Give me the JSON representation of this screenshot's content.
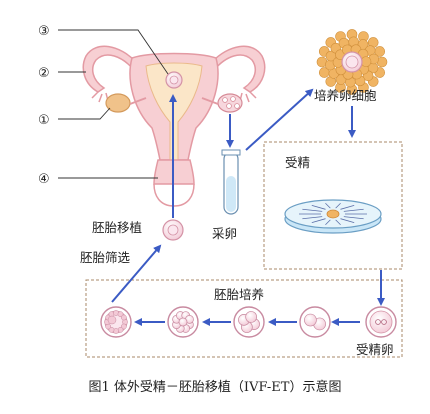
{
  "markers": [
    "③",
    "②",
    "①",
    "④"
  ],
  "labels": {
    "culture_egg_cells": "培养卵细胞",
    "fertilization": "受精",
    "egg_retrieval": "采卵",
    "embryo_transfer": "胚胎移植",
    "embryo_screening": "胚胎筛选",
    "embryo_culture": "胚胎培养",
    "fertilized_egg": "受精卵"
  },
  "caption": "图1 体外受精－胚胎移植（IVF-ET）示意图",
  "colors": {
    "uterus_fill": "#f7cfd3",
    "uterus_stroke": "#e39aa3",
    "uterus_inner": "#fbe6c8",
    "arrow": "#3b5bc4",
    "dash_box": "#a88a68",
    "cell_orange": "#f0b463",
    "dish_blue": "#c9e6f7"
  },
  "icons": [
    "uterus-illustration",
    "egg-cluster-icon",
    "test-tube-icon",
    "petri-dish-icon",
    "embryo-icon"
  ]
}
